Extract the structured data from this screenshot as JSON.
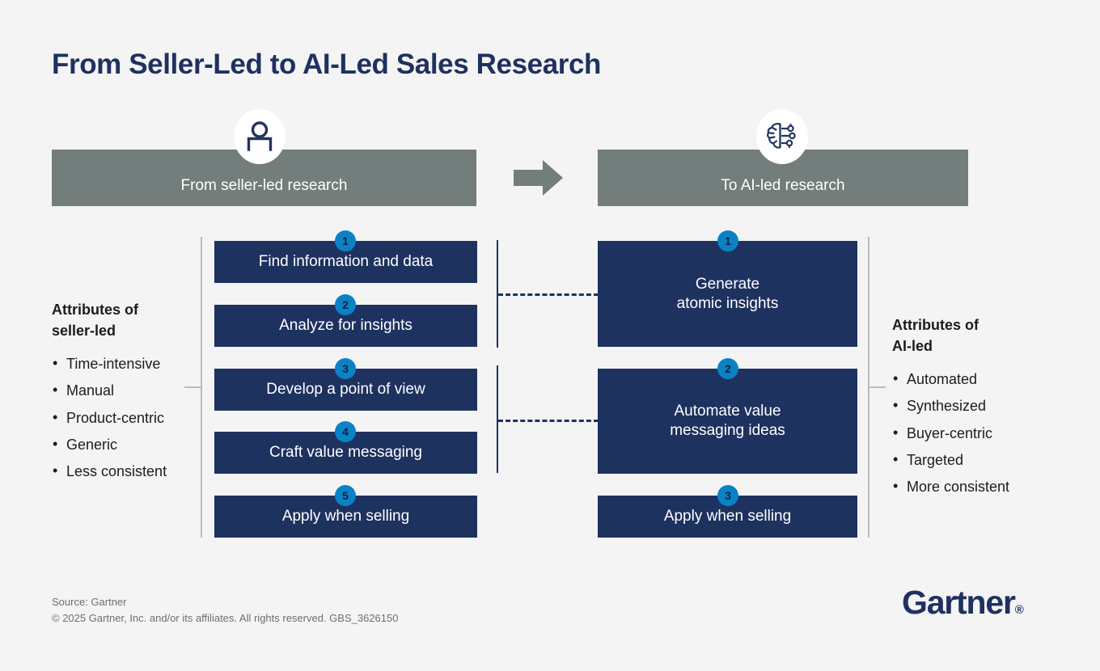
{
  "title": "From Seller-Led to AI-Led Sales Research",
  "colors": {
    "background": "#f4f4f4",
    "navy": "#1e3260",
    "title_navy": "#1f3161",
    "banner_gray": "#737d7b",
    "badge_blue": "#0b82c5",
    "bracket_gray": "#b9bcbd",
    "footer_gray": "#6a6f72"
  },
  "banners": {
    "left": {
      "label": "From seller-led research",
      "icon": "person-icon"
    },
    "right": {
      "label": "To AI-led research",
      "icon": "ai-brain-icon"
    },
    "arrow_icon": "right-arrow-icon"
  },
  "left_column": {
    "steps": [
      {
        "number": "1",
        "label": "Find information and data"
      },
      {
        "number": "2",
        "label": "Analyze for insights"
      },
      {
        "number": "3",
        "label": "Develop a point of view"
      },
      {
        "number": "4",
        "label": "Craft value messaging"
      },
      {
        "number": "5",
        "label": "Apply when selling"
      }
    ]
  },
  "right_column": {
    "steps": [
      {
        "number": "1",
        "line1": "Generate",
        "line2": "atomic insights"
      },
      {
        "number": "2",
        "line1": "Automate value",
        "line2": "messaging ideas"
      },
      {
        "number": "3",
        "line1": "Apply when selling",
        "line2": ""
      }
    ]
  },
  "attributes_left": {
    "heading_line1": "Attributes of",
    "heading_line2": "seller-led",
    "items": [
      "Time-intensive",
      "Manual",
      "Product-centric",
      "Generic",
      "Less consistent"
    ]
  },
  "attributes_right": {
    "heading_line1": "Attributes of",
    "heading_line2": "AI-led",
    "items": [
      "Automated",
      "Synthesized",
      "Buyer-centric",
      "Targeted",
      "More consistent"
    ]
  },
  "footer": {
    "source": "Source: Gartner",
    "copyright": "© 2025 Gartner, Inc. and/or its affiliates. All rights reserved. GBS_3626150",
    "logo_text": "Gartner",
    "logo_mark": "®"
  }
}
